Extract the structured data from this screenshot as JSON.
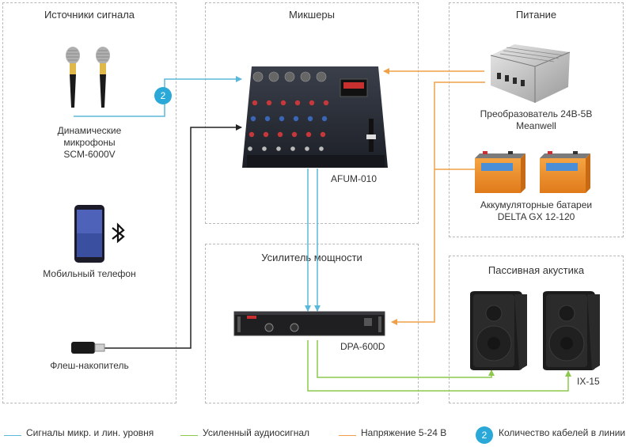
{
  "colors": {
    "signal": "#5ab8d8",
    "amplified": "#8cc84b",
    "power": "#f0a048",
    "badge": "#2aa8d8",
    "panel_border": "#b8b8b8"
  },
  "sections": {
    "sources": "Источники сигнала",
    "mixers": "Микшеры",
    "power": "Питание",
    "amplifier": "Усилитель мощности",
    "speakers": "Пассивная акустика"
  },
  "devices": {
    "mics": {
      "line1": "Динамические",
      "line2": "микрофоны",
      "line3": "SCM-6000V",
      "icon": "microphone-icon"
    },
    "phone": {
      "label": "Мобильный телефон",
      "icon": "smartphone-icon",
      "bt_icon": "bluetooth-icon"
    },
    "flash": {
      "label": "Флеш-накопитель",
      "icon": "usb-flash-icon"
    },
    "mixer": {
      "label": "AFUM-010",
      "icon": "mixer-console-icon"
    },
    "psu": {
      "line1": "Преобразователь 24В-5В",
      "line2": "Meanwell",
      "icon": "power-supply-icon"
    },
    "battery": {
      "line1": "Аккумуляторные батареи",
      "line2": "DELTA GX 12-120",
      "icon": "battery-icon"
    },
    "amp": {
      "label": "DPA-600D",
      "icon": "power-amplifier-icon"
    },
    "speakers": {
      "label": "IX-15",
      "icon": "speaker-icon"
    }
  },
  "badge_value": "2",
  "legend": {
    "signal": "Сигналы микр. и лин. уровня",
    "amplified": "Усиленный аудиосигнал",
    "power": "Напряжение 5-24 В",
    "count_badge": "2",
    "count": "Количество кабелей в линии"
  }
}
